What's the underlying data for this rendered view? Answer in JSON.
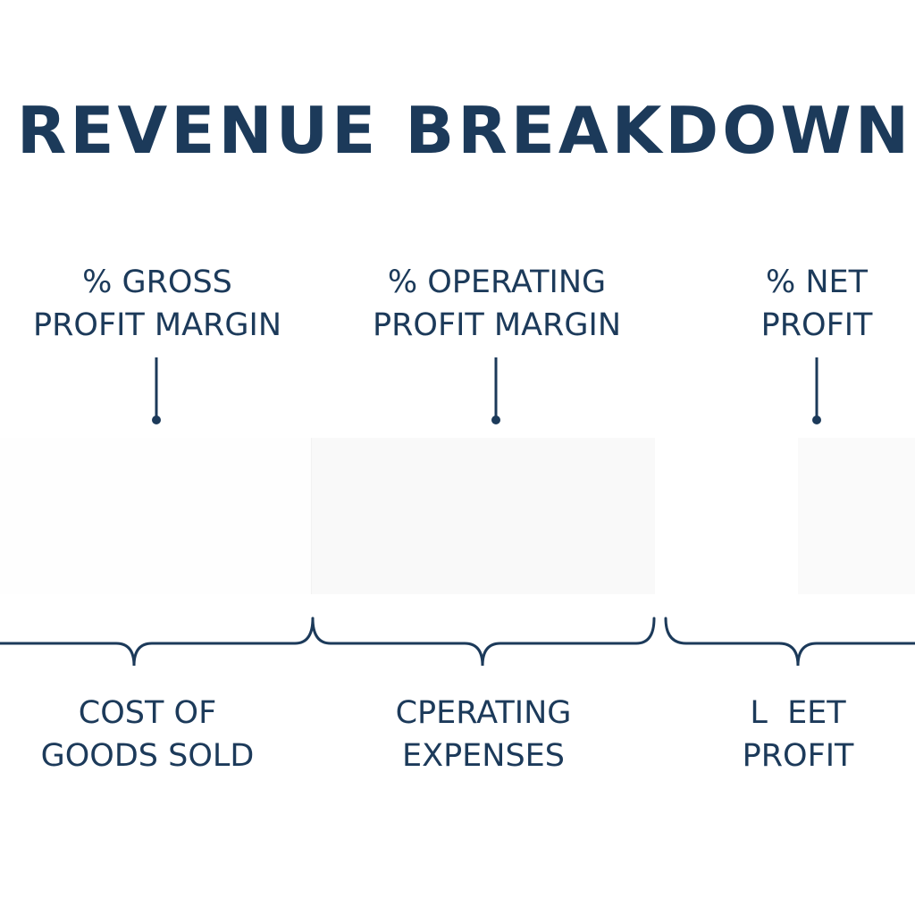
{
  "title": "REVENUE BREAKDOWN",
  "top_labels": [
    {
      "line1": "% GROSS",
      "line2": "PROFIT MARGIN"
    },
    {
      "line1": "% OPERATING",
      "line2": "PROFIT MARGIN"
    },
    {
      "line1": "% NET",
      "line2": "PROFIT"
    }
  ],
  "bottom_labels": [
    {
      "line1": "COST OF",
      "line2": "GOODS SOLD"
    },
    {
      "line1": "CPERATING",
      "line2": "EXPENSES"
    },
    {
      "line1": "L  EET",
      "line2": "PROFIT"
    }
  ],
  "colors": {
    "ink": "#1c3a5a",
    "background": "#ffffff"
  }
}
